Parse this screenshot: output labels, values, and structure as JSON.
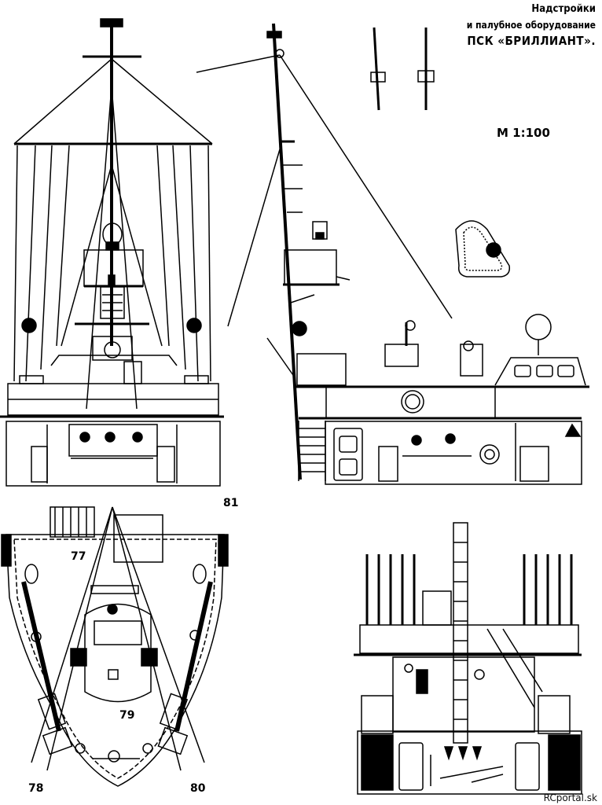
{
  "title": {
    "line1": "Надстройки",
    "line2": "и палубное оборудование",
    "line3": "ПСК «БРИЛЛИАНТ»."
  },
  "scale": "М 1:100",
  "callouts": {
    "c77": "77",
    "c78": "78",
    "c79": "79",
    "c80": "80",
    "c81": "81"
  },
  "credit": "RCportal.sk"
}
